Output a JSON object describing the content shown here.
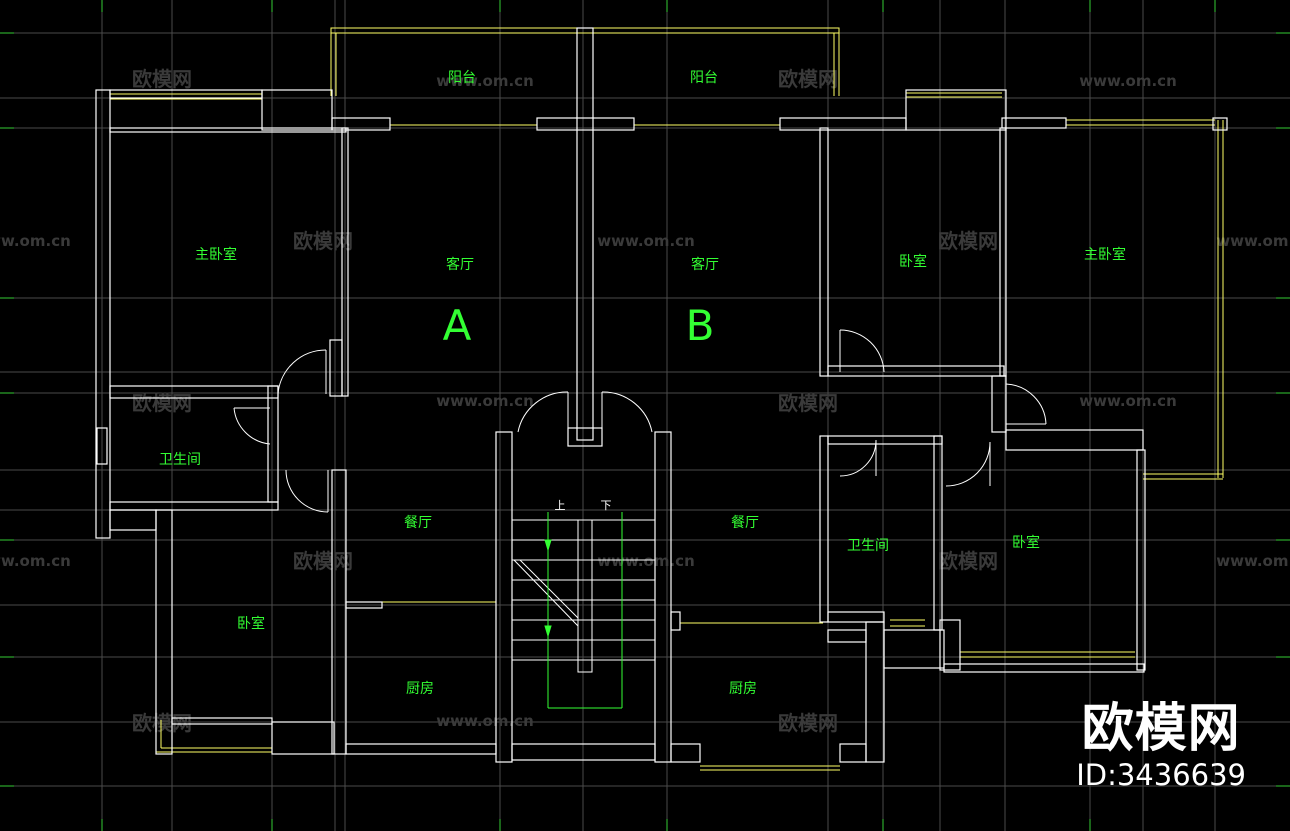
{
  "rooms": {
    "master_bed_left": "主卧室",
    "living_a": "客厅",
    "unit_a": "A",
    "balcony_left": "阳台",
    "balcony_right": "阳台",
    "living_b": "客厅",
    "unit_b": "B",
    "bed_right_top": "卧室",
    "master_bed_right": "主卧室",
    "bath_left": "卫生间",
    "dining_a": "餐厅",
    "dining_b": "餐厅",
    "bath_right": "卫生间",
    "bed_right_mid": "卧室",
    "bed_left_bottom": "卧室",
    "kitchen_a": "厨房",
    "kitchen_b": "厨房"
  },
  "stairs": {
    "up": "上",
    "down": "下"
  },
  "watermark": {
    "brand": "欧模网",
    "url": "www.om.cn"
  },
  "brand": {
    "logo": "欧模网",
    "id": "ID:3436639"
  },
  "colors": {
    "background": "#000000",
    "wall": "#ffffff",
    "window": "#ffff66",
    "grid": "#4a4a4a",
    "text": "#33ff33"
  }
}
